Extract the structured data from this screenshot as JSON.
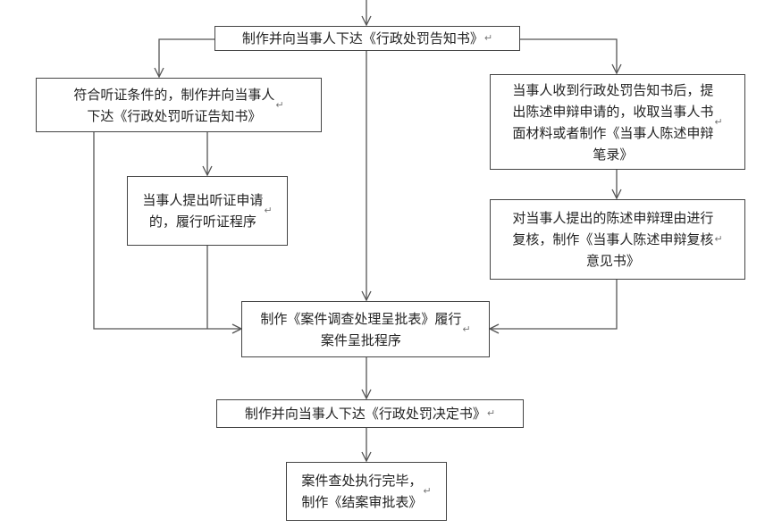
{
  "nodes": [
    {
      "id": "notice",
      "text": "制作并向当事人下达《行政处罚告知书》"
    },
    {
      "id": "hearing_notice",
      "text": "符合听证条件的，制作并向当事人\n下达《行政处罚听证告知书》"
    },
    {
      "id": "hearing_procedure",
      "text": "当事人提出听证申请\n的，履行听证程序"
    },
    {
      "id": "statement",
      "text": "当事人收到行政处罚告知书后，提\n出陈述申辩申请的，收取当事人书\n面材料或者制作《当事人陈述申辩\n笔录》"
    },
    {
      "id": "review",
      "text": "对当事人提出的陈述申辩理由进行\n复核，制作《当事人陈述申辩复核\n意见书》"
    },
    {
      "id": "approval",
      "text": "制作《案件调查处理呈批表》履行\n案件呈批程序"
    },
    {
      "id": "decision",
      "text": "制作并向当事人下达《行政处罚决定书》"
    },
    {
      "id": "closure",
      "text": "案件查处执行完毕，\n制作《结案审批表》"
    }
  ],
  "paragraph_mark": "↵"
}
